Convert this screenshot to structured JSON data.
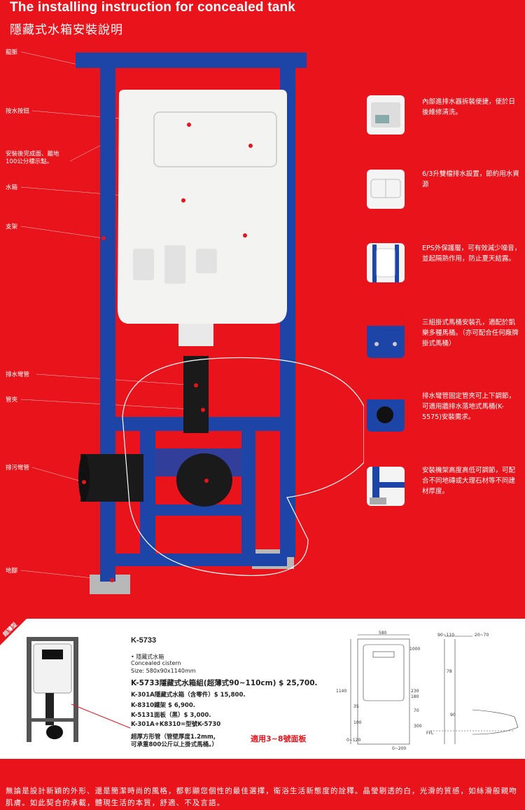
{
  "header": {
    "title_en": "The installing instruction for concealed tank",
    "title_zh": "隱藏式水箱安裝說明"
  },
  "labels": [
    "龍脈",
    "按水按鈕",
    "安裝後完成面、離地",
    "100公分標示點。",
    "水箱",
    "支架",
    "排水彎管",
    "管夾",
    "排污彎管",
    "地腳"
  ],
  "features": [
    {
      "text": "內部進排水器拆裝便捷，便於日後維修清洗。"
    },
    {
      "text": "6/3升雙檔排水設置，節約用水資源"
    },
    {
      "text": "EPS外保護層，可有效減少噪音，並起隔熱作用，防止夏天結露。"
    },
    {
      "text": "三組掛式馬桶安裝孔，適配於凱樂多種馬桶。（亦可配合任何廠牌掛式馬桶）"
    },
    {
      "text": "排水彎管固定管夾可上下調節，可適用牆排水落地式馬桶(K-5575)安裝需求。"
    },
    {
      "text": "安裝機架高度高低可調節，可配合不同地磚或大理石材等不同建材厚度。"
    }
  ],
  "spec": {
    "badge": "超薄型",
    "model": "K-5733",
    "name_zh": "• 隱藏式水箱",
    "name_en": "Concealed cistern",
    "size": "Size:  580x90x1140mm",
    "main_price": "K-5733隱藏式水箱組(超薄式90~110cm) $ 25,700.",
    "items": [
      "K-301A隱藏式水箱（含零件）$ 15,800.",
      "K-8310鐵架 $ 6,900.",
      "K-5131面板（黑）$ 3,000.",
      "K-301A+K8310=型號K-5730"
    ],
    "pipe_note_1": "超厚方形管（管壁厚度1.2mm,",
    "pipe_note_2": "可承重800公斤以上掛式馬桶。）",
    "panel_note": "適用3~8號面板"
  },
  "dimensions": {
    "width": "580",
    "height": "1140",
    "d1000": "1000",
    "d230": "230",
    "d180": "180",
    "d35": "35",
    "d100": "100",
    "d0_120": "0~120",
    "d70": "70",
    "d300": "300",
    "d0_200": "0~200",
    "depth": "90~110",
    "d20_70": "20~70",
    "d78": "78",
    "d90": "90",
    "ffl": "FFL"
  },
  "footer": "無論是設計新穎的外形、還是簡潔時尚的風格，都彰顯您個性的最佳選擇，衛浴生活新態度的詮釋。晶瑩剔透的白，光滑的質感，如絲滑般親吻肌膚。如此契合的承載，體現生活的本質，舒適、不及言語。",
  "colors": {
    "background": "#e8131b",
    "frame": "#1d45a8",
    "tank": "#f3f4f2",
    "text": "#ffffff"
  }
}
